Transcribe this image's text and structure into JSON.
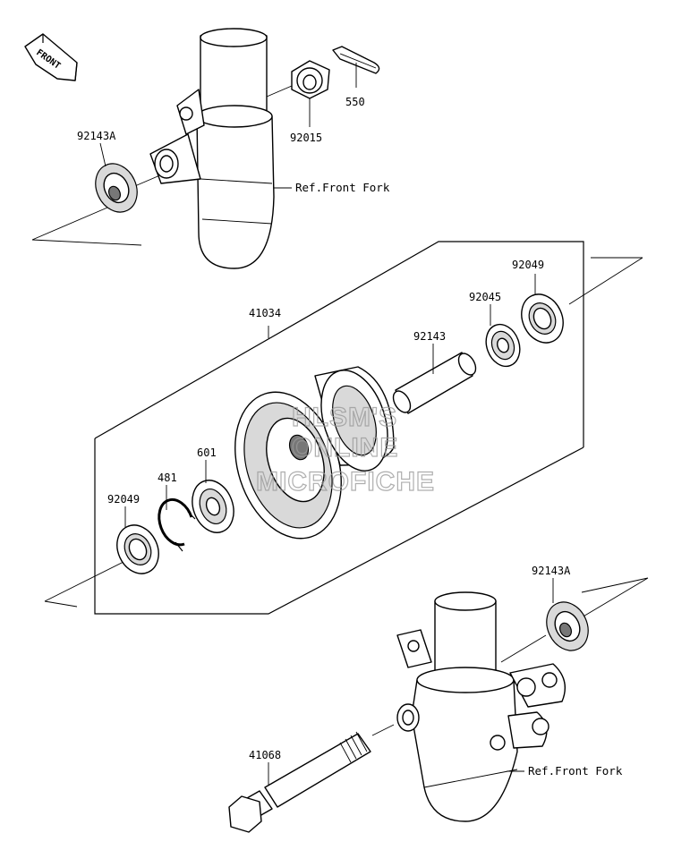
{
  "front_badge": {
    "text": "FRONT"
  },
  "parts": {
    "p92143a_top": "92143A",
    "p92015": "92015",
    "p550": "550",
    "p41034": "41034",
    "p92049_right": "92049",
    "p92045": "92045",
    "p92143": "92143",
    "p601": "601",
    "p481": "481",
    "p92049_left": "92049",
    "p92143a_bottom": "92143A",
    "p41068": "41068"
  },
  "refs": {
    "fork_top": "Ref.Front Fork",
    "fork_bottom": "Ref.Front Fork"
  },
  "watermark": {
    "line1": "HLSM'S",
    "line2": "ONLINE",
    "line3": "MICROFICHE"
  }
}
